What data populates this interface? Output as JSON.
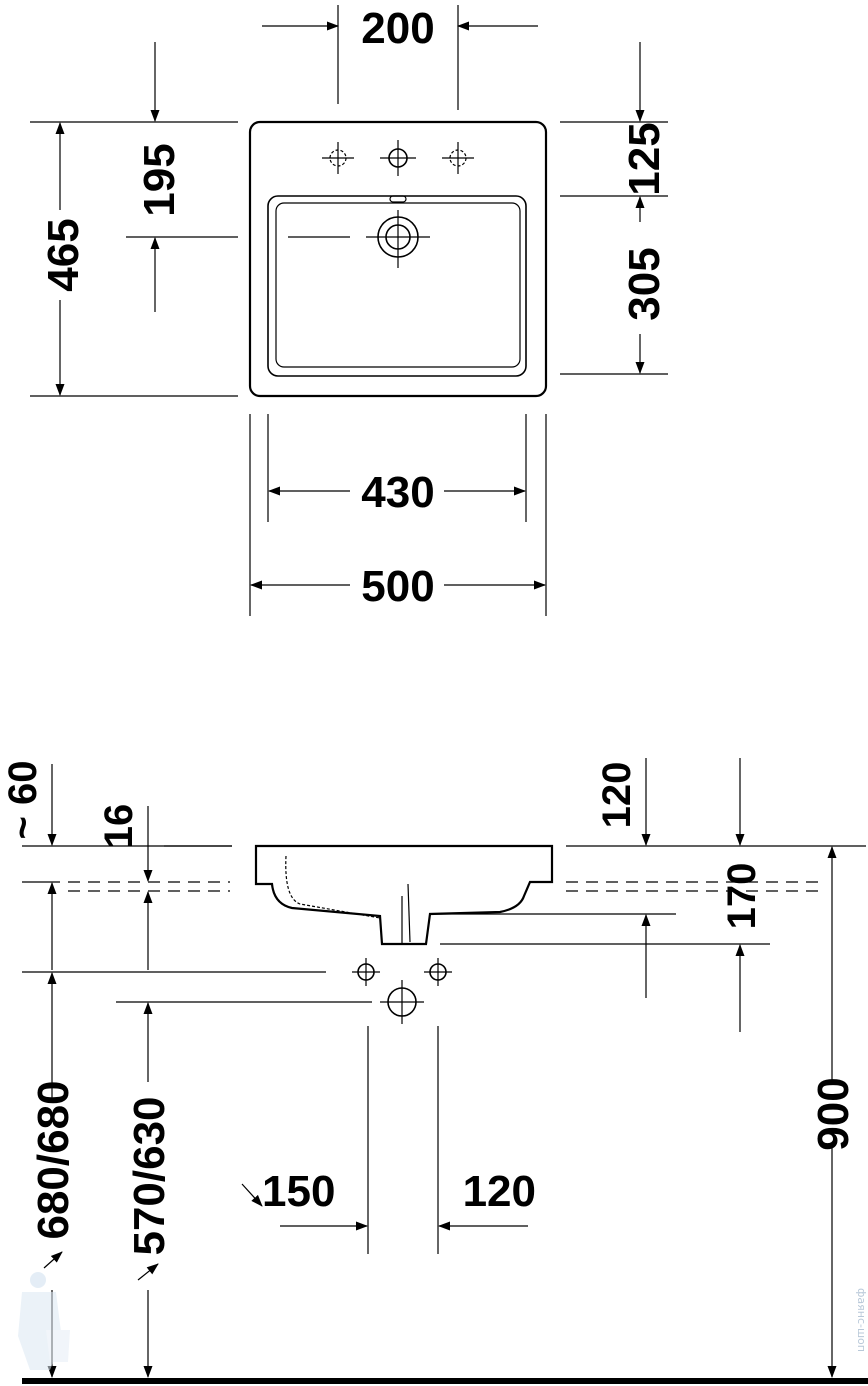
{
  "top_view": {
    "dim_tap_spacing": "200",
    "dim_tap_to_drain": "195",
    "dim_total_depth": "465",
    "dim_back_rim": "125",
    "dim_bowl_depth": "305",
    "dim_bowl_width": "430",
    "dim_total_width": "500"
  },
  "side_view": {
    "dim_overflow": "~ 60",
    "dim_rim_thickness": "16",
    "dim_back_offset": "120",
    "dim_bowl_height": "170",
    "dim_height_total": "900",
    "dim_supply_height": "680/680",
    "dim_waste_height": "570/630",
    "dim_pipe_left": "150",
    "dim_pipe_right": "120"
  },
  "watermark": {
    "text": "фаянс-шоп"
  },
  "colors": {
    "line": "#000000",
    "background": "#ffffff",
    "watermark": "#b8c8d8"
  }
}
